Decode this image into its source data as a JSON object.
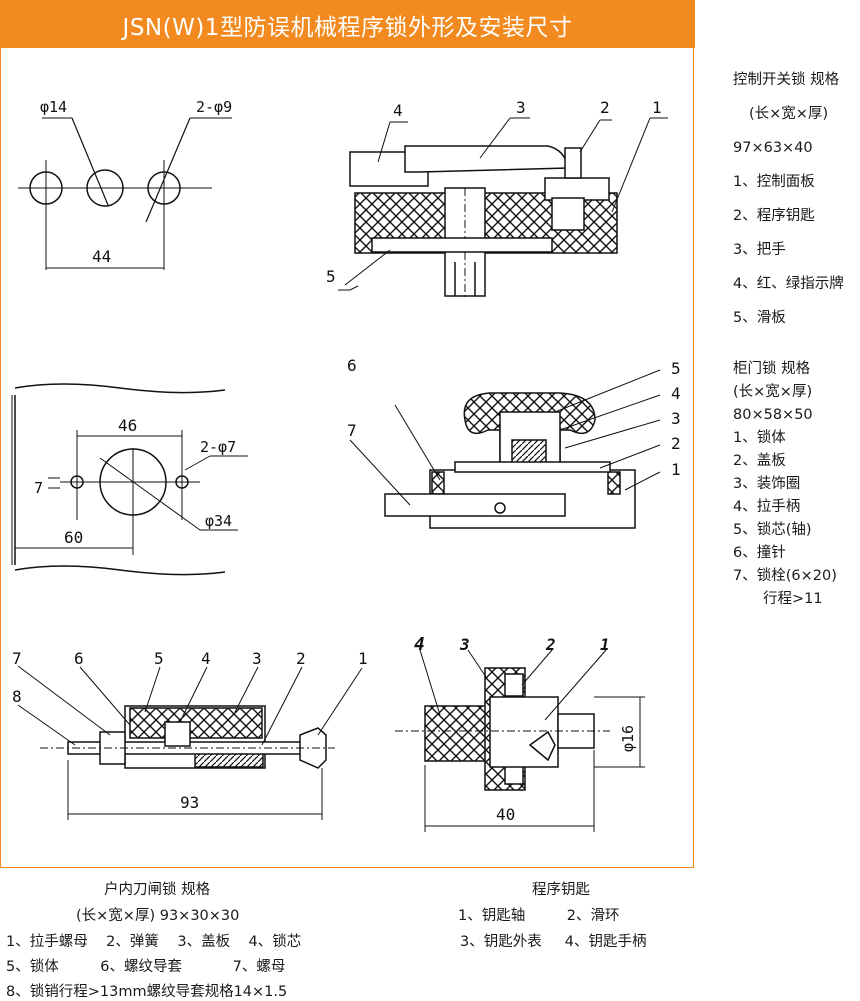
{
  "title": "JSN(W)1型防误机械程序锁外形及安装尺寸",
  "colors": {
    "accent": "#f28a1f",
    "hatch": "#111111"
  },
  "diagram_labels": {
    "d1_hole_left": "φ14",
    "d1_hole_right": "2-φ9",
    "d1_span": "44",
    "d2_span": "46",
    "d2_holes": "2-φ7",
    "d2_height": "7",
    "d2_offset": "60",
    "d2_big_hole": "φ34",
    "d5_length": "93",
    "d6_diameter": "φ16",
    "d6_length": "40",
    "d3_parts": [
      "1",
      "2",
      "3",
      "4",
      "5"
    ],
    "d4_parts": [
      "1",
      "2",
      "3",
      "4",
      "5",
      "6",
      "7"
    ],
    "d5_parts": [
      "1",
      "2",
      "3",
      "4",
      "5",
      "6",
      "7",
      "8"
    ],
    "d6_parts": [
      "1",
      "2",
      "3",
      "4"
    ]
  },
  "control_switch_lock": {
    "heading": "控制开关锁  规格",
    "dims_label": "(长×宽×厚)",
    "dims": "97×63×40",
    "parts": [
      "1、控制面板",
      "2、程序钥匙",
      "3、把手",
      "4、红、绿指示牌",
      "5、滑板"
    ]
  },
  "cabinet_door_lock": {
    "heading": "柜门锁  规格",
    "dims_label": "(长×宽×厚)",
    "dims": "80×58×50",
    "parts": [
      "1、锁体",
      "2、盖板",
      "3、装饰圈",
      "4、拉手柄",
      "5、锁芯(轴)",
      "6、撞针",
      "7、锁栓(6×20)"
    ],
    "note": "行程>11"
  },
  "indoor_knife_switch_lock": {
    "heading": "户内刀闸锁      规格",
    "dims_line": "(长×宽×厚) 93×30×30",
    "row1": [
      "1、拉手螺母",
      "2、弹簧",
      "3、盖板",
      "4、锁芯"
    ],
    "row2": [
      "5、锁体",
      "6、螺纹导套",
      "7、螺母"
    ],
    "row3": "8、锁销行程>13mm螺纹导套规格14×1.5"
  },
  "program_key": {
    "heading": "程序钥匙",
    "row1": [
      "1、钥匙轴",
      "2、滑环"
    ],
    "row2": [
      "3、钥匙外表",
      "4、钥匙手柄"
    ]
  }
}
